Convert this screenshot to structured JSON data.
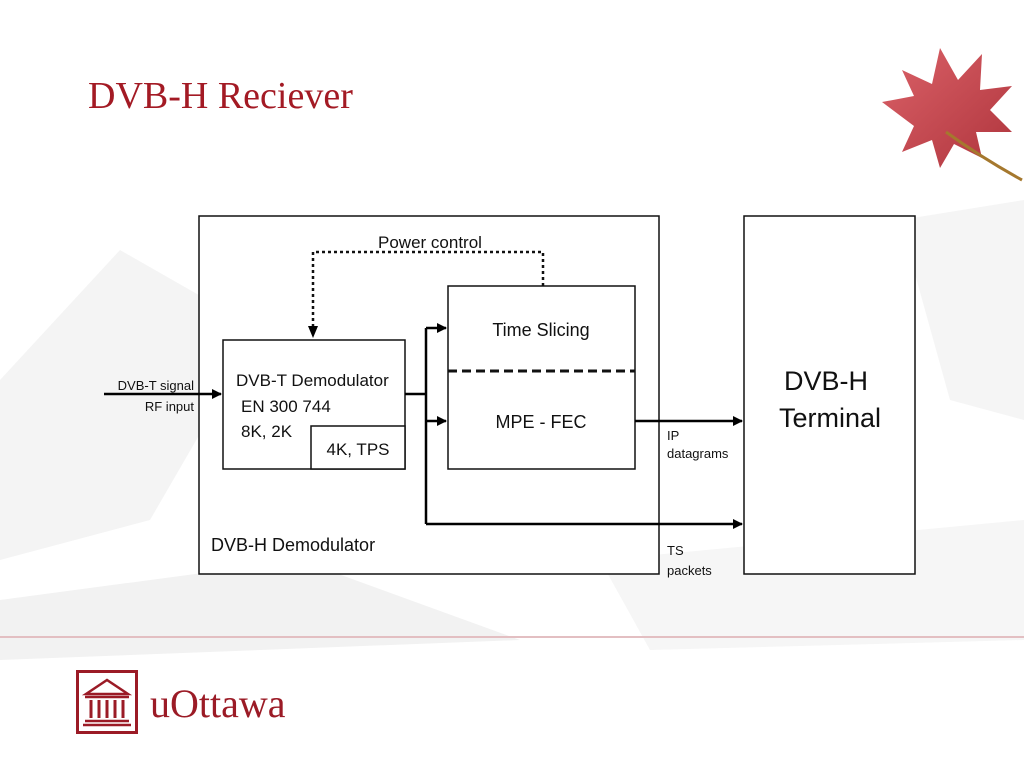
{
  "slide": {
    "title": "DVB-H Reciever"
  },
  "diagram": {
    "power_control": "Power control",
    "time_slicing": "Time Slicing",
    "mpe_fec": "MPE - FEC",
    "input_signal": "DVB-T signal",
    "input_rf": "RF input",
    "demod_title": "DVB-T Demodulator",
    "demod_standard": "EN 300 744",
    "demod_modes": "8K, 2K",
    "demod_extra": "4K, TPS",
    "outer_label": "DVB-H Demodulator",
    "ip_label_1": "IP",
    "ip_label_2": "datagrams",
    "ts_label_1": "TS",
    "ts_label_2": "packets",
    "terminal_1": "DVB-H",
    "terminal_2": "Terminal"
  },
  "branding": {
    "logo_text": "uOttawa",
    "logo_color": "#9b1b26",
    "title_color": "#a31a24"
  }
}
